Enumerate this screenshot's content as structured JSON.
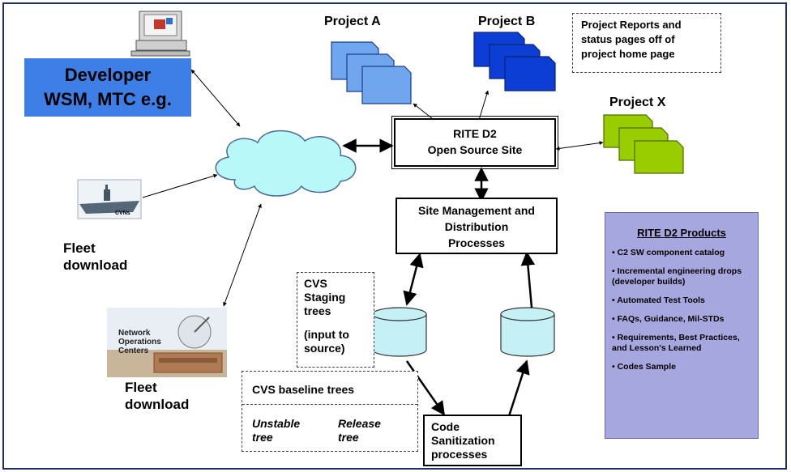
{
  "developer": {
    "line1": "Developer",
    "line2": "WSM, MTC e.g."
  },
  "projects": {
    "a": "Project A",
    "b": "Project B",
    "x": "Project X"
  },
  "reports_note": {
    "lines": [
      "Project Reports and",
      "status pages off of",
      "project home page"
    ]
  },
  "rite_site": {
    "line1": "RITE D2",
    "line2": "Open Source Site"
  },
  "site_mgmt": {
    "lines": [
      "Site Management and",
      "Distribution",
      "Processes"
    ]
  },
  "cvns_label": "CVNs",
  "fleet_download_1": {
    "line1": "Fleet",
    "line2": "download"
  },
  "fleet_download_2": {
    "line1": "Fleet",
    "line2": "download"
  },
  "noc_label": {
    "lines": [
      "Network",
      "Operations",
      "Centers"
    ]
  },
  "cvs_staging": {
    "lines": [
      "CVS",
      "Staging",
      "trees",
      "",
      "(input to",
      "source)"
    ]
  },
  "cvs_baseline": {
    "title": "CVS baseline trees",
    "unstable": {
      "line1": "Unstable",
      "line2": "tree"
    },
    "release": {
      "line1": "Release",
      "line2": "tree"
    }
  },
  "sanitization": {
    "lines": [
      "Code",
      "Sanitization",
      "processes"
    ]
  },
  "products": {
    "title": "RITE D2 Products",
    "items": [
      "• C2 SW component catalog",
      "•  Incremental engineering drops (developer builds)",
      "• Automated Test Tools",
      "•  FAQs, Guidance, Mil-STDs",
      "• Requirements,  Best Practices, and Lesson's Learned",
      "• Codes Sample"
    ]
  },
  "colors": {
    "developer_bg": "#3d7fe6",
    "project_a": "#6fa6ee",
    "project_b": "#0c3ed6",
    "project_x": "#9acd00",
    "cloud": "#b8f8f8",
    "cylinder": "#c4f0f6",
    "products_bg": "#a7a7df",
    "frame": "#1f2f6b"
  }
}
